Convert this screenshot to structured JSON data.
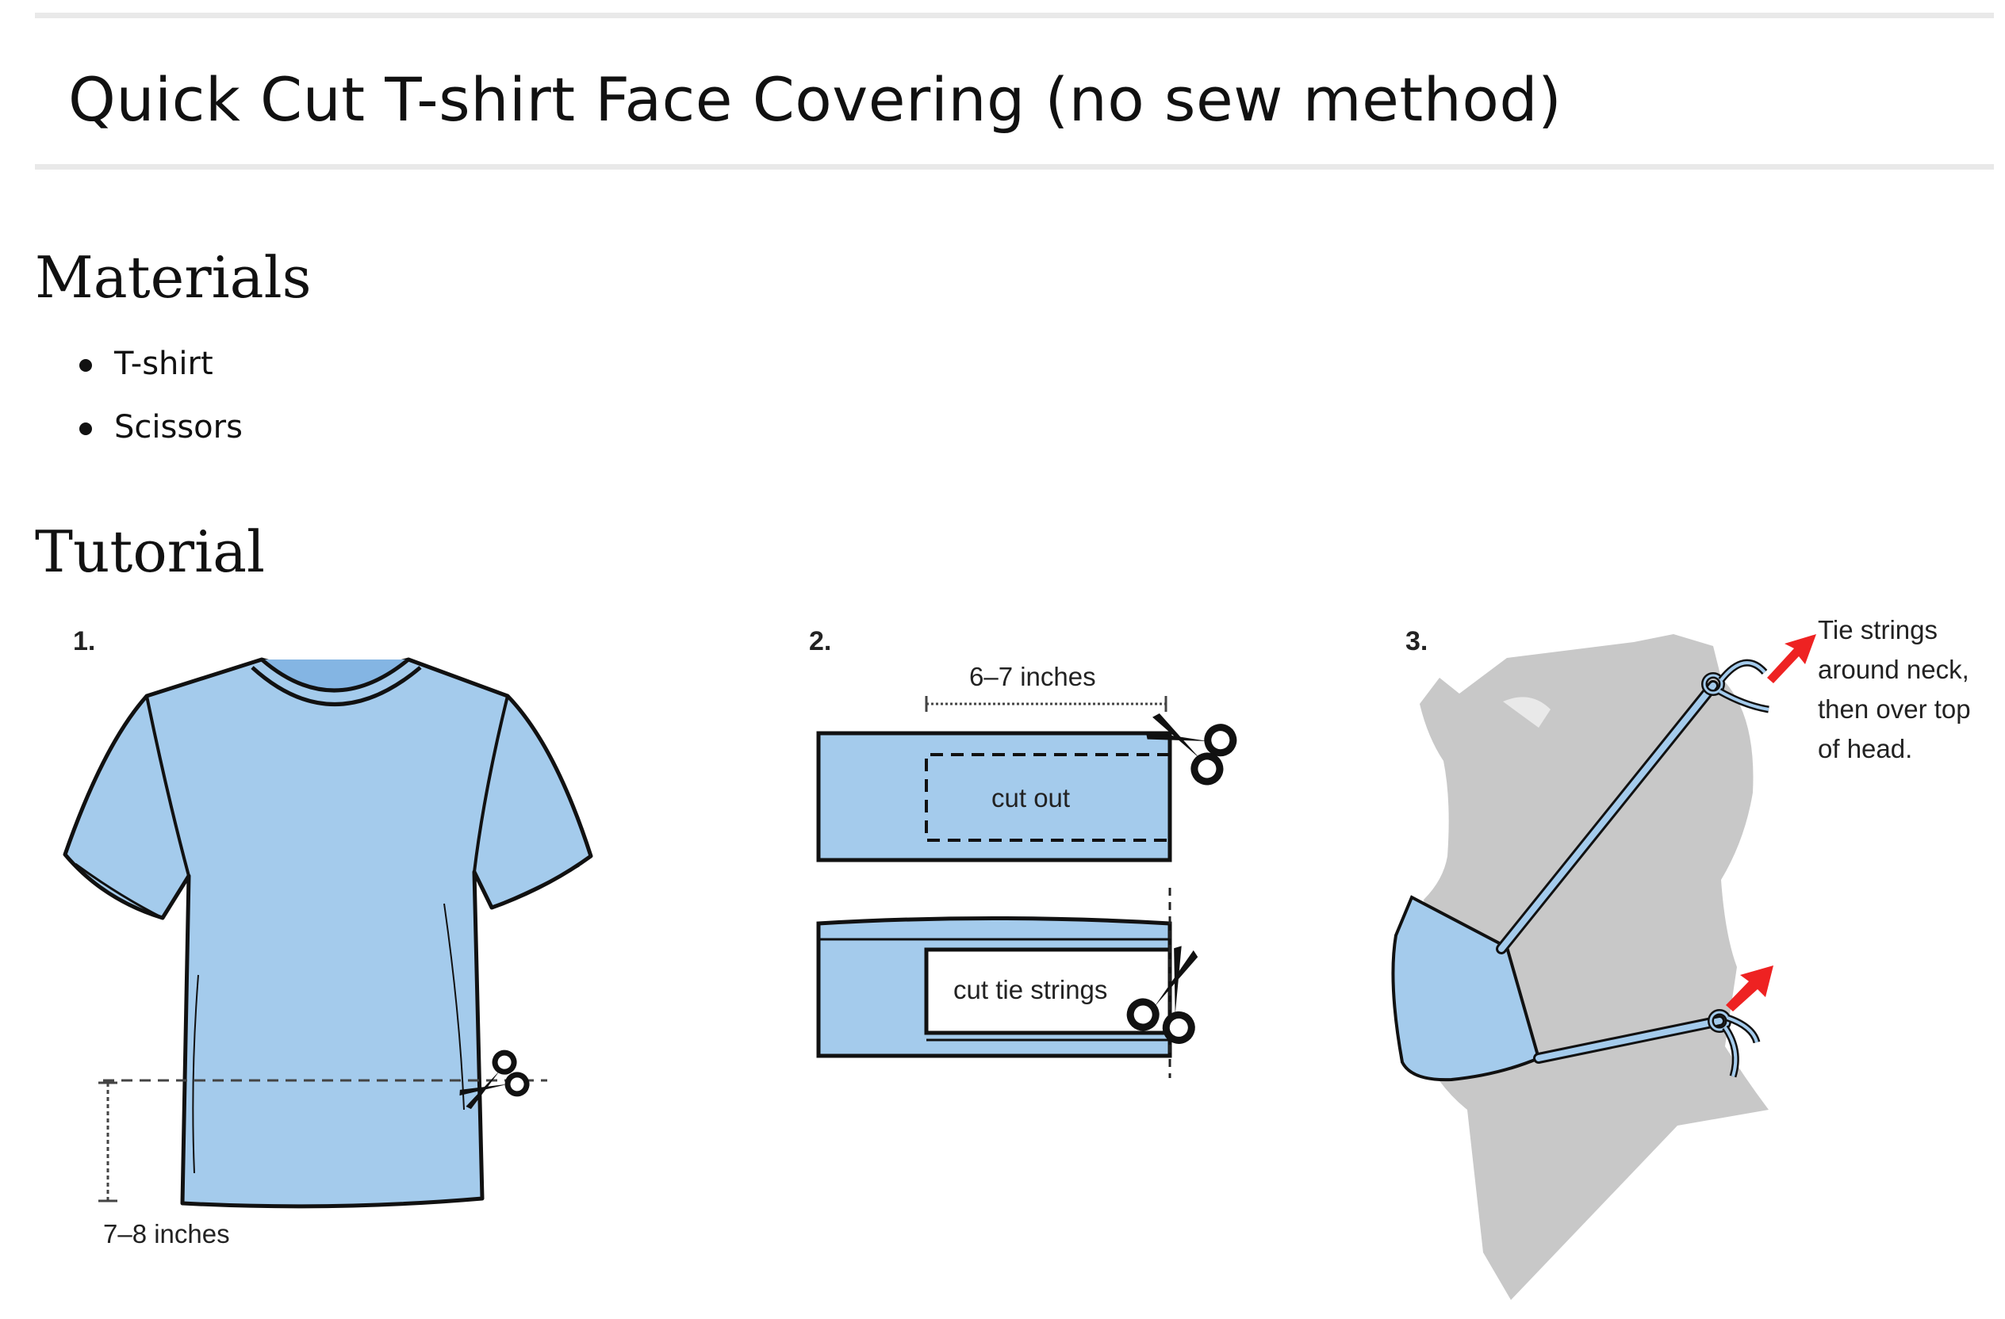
{
  "page": {
    "title": "Quick Cut T-shirt Face Covering (no sew method)"
  },
  "materials": {
    "heading": "Materials",
    "items": [
      "T-shirt",
      "Scissors"
    ]
  },
  "tutorial": {
    "heading": "Tutorial",
    "steps": [
      {
        "number": "1.",
        "measure_label": "7–8 inches"
      },
      {
        "number": "2.",
        "measure_label": "6–7 inches",
        "cut_out_label": "cut out",
        "cut_ties_label": "cut tie strings"
      },
      {
        "number": "3.",
        "note_lines": [
          "Tie strings",
          "around neck,",
          "then over top",
          "of head."
        ]
      }
    ]
  },
  "colors": {
    "fabric": "#a4cbec",
    "silhouette": "#c8c8c8",
    "arrow": "#ee2222",
    "divider": "#e9e9e9"
  }
}
